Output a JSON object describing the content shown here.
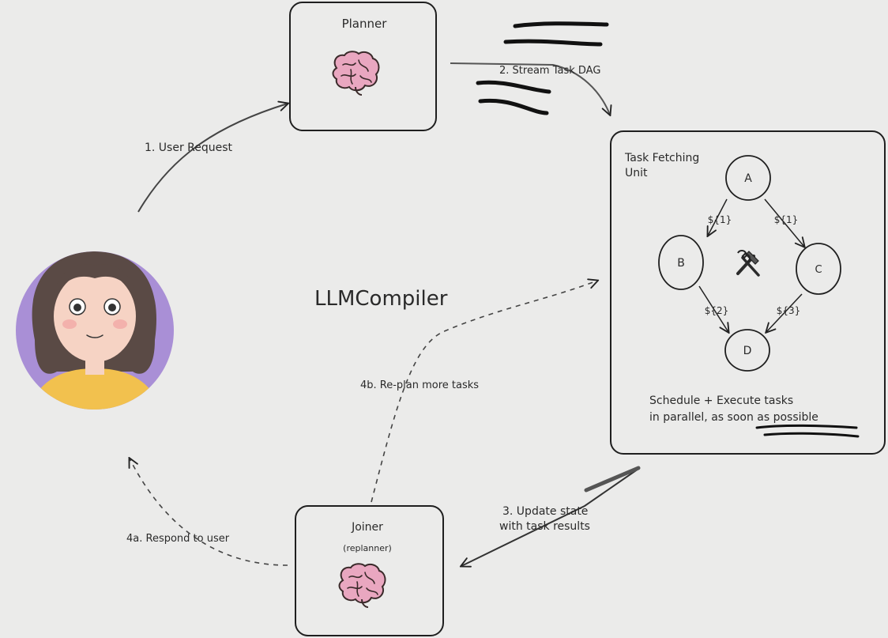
{
  "title": "LLMCompiler",
  "planner": {
    "label": "Planner"
  },
  "joiner": {
    "label": "Joiner",
    "sublabel": "(replanner)"
  },
  "task_fetching_unit": {
    "label_line1": "Task Fetching",
    "label_line2": "Unit",
    "nodes": [
      "A",
      "B",
      "C",
      "D"
    ],
    "edge_labels": {
      "a_b": "${1}",
      "a_c": "${1}",
      "b_d": "${2}",
      "c_d": "${3}"
    },
    "footer_line1": "Schedule + Execute tasks",
    "footer_line2": "in parallel, as soon as possible",
    "tools_icon": "hammer-wrench-icon"
  },
  "steps": {
    "s1": "1. User Request",
    "s2": "2. Stream Task DAG",
    "s3_line1": "3. Update state",
    "s3_line2": "with task results",
    "s4a": "4a. Respond to user",
    "s4b": "4b. Re-plan more tasks"
  },
  "colors": {
    "background": "#ebebea",
    "stroke": "#1f1f1f",
    "brain": "#e9a7c0",
    "avatar_bg": "#a98fd6",
    "hair": "#5a4a45",
    "skin": "#f6d3c4",
    "shirt": "#f2c14e"
  }
}
